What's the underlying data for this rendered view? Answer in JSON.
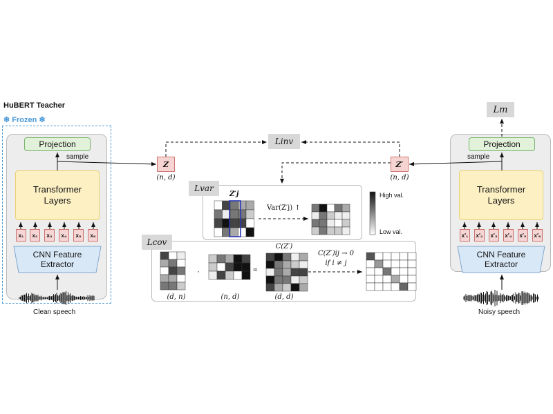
{
  "teacher": {
    "title": "HuBERT Teacher",
    "frozen_label": "❄ Frozen ❄"
  },
  "left_encoder": {
    "projection": "Projection",
    "transformer": "Transformer Layers",
    "cnn": "CNN Feature Extractor",
    "sample_label": "sample",
    "tokens": [
      "x₁",
      "x₂",
      "x₃",
      "x₄",
      "x₅",
      "x₆"
    ],
    "input_label": "Clean speech"
  },
  "right_encoder": {
    "projection": "Projection",
    "transformer": "Transformer Layers",
    "cnn": "CNN Feature Extractor",
    "sample_label": "sample",
    "tokens": [
      "x′₁",
      "x′₂",
      "x′₃",
      "x′₄",
      "x′₅",
      "x′₆"
    ],
    "input_label": "Noisy speech"
  },
  "z_left": {
    "label": "Z",
    "shape": "(n, d)"
  },
  "z_right": {
    "label": "Z′",
    "shape": "(n, d)"
  },
  "losses": {
    "inv": "Linv",
    "m": "Lm",
    "var": "Lvar",
    "cov": "Lcov"
  },
  "var_panel": {
    "column_label": "Z′j",
    "formula": "Var(Z′j) ↑",
    "legend_high": "High val.",
    "legend_low": "Low val."
  },
  "cov_panel": {
    "mat1_shape": "(d, n)",
    "mat2_shape": "(n, d)",
    "mat3_shape": "(d, d)",
    "mat3_title": "C(Z′)",
    "dot_op": "·",
    "eq_op": "=",
    "condition_line1": "C(Z′)ij → 0",
    "condition_line2": "if i ≠ j"
  },
  "colors": {
    "frozen_blue": "#4a98d6",
    "projection_green": "#e2f1da",
    "transformer_yellow": "#fdf1c4",
    "cnn_blue": "#d9e8f7",
    "token_pink": "#f6d6d4",
    "column_highlight": "#2b36b8"
  }
}
